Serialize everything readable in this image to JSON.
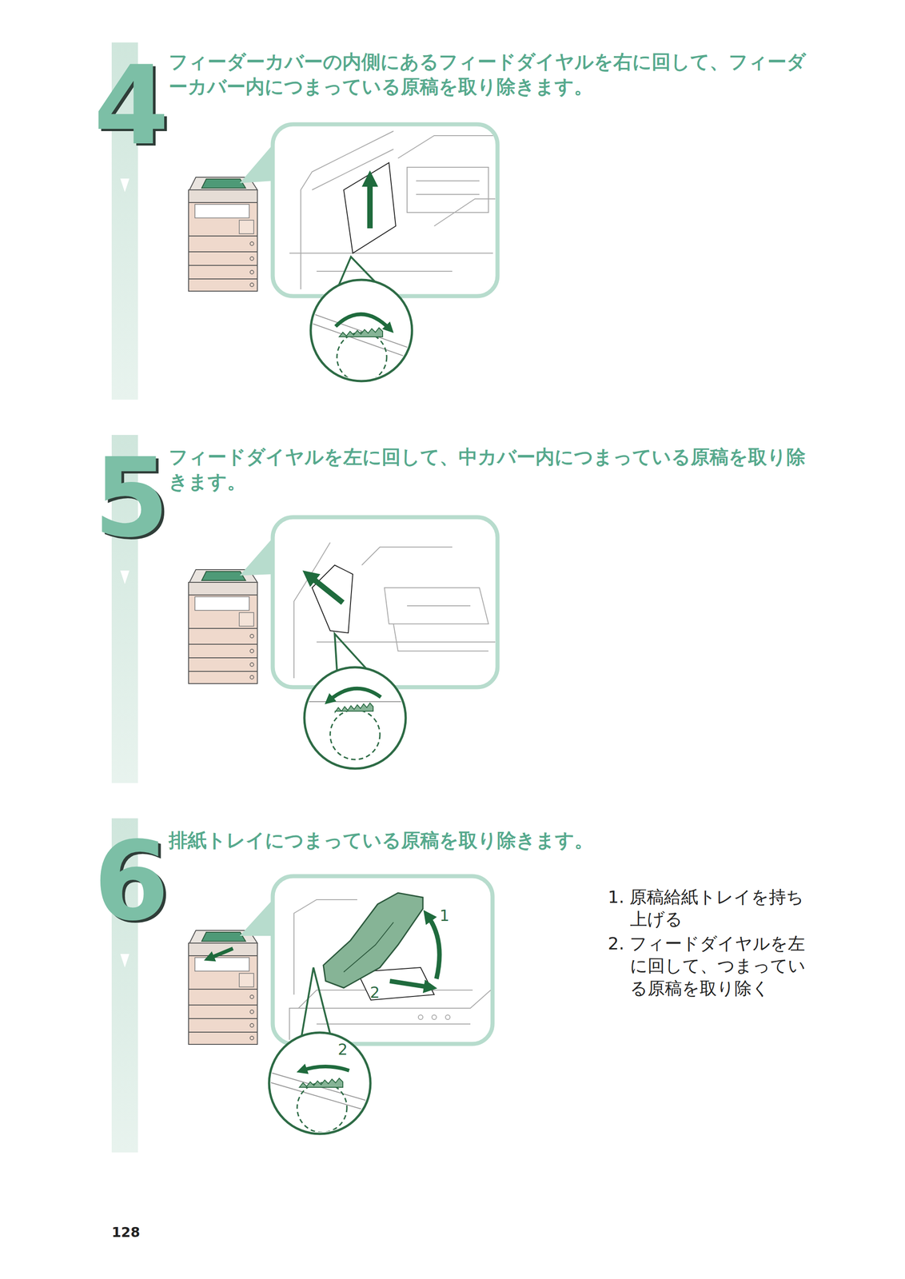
{
  "diagram": {
    "nodes": [
      {
        "text": [
          "4",
          "フィーダーカバーの内側にあるフィードダイヤルを右に回して、フィーダーカバー内につまっている原稿を取り除きます。"
        ]
      },
      {
        "text": [
          "5",
          "フィードダイヤルを左に回して、中カバー内につまっている原稿を取り除きます。"
        ]
      },
      {
        "text": [
          "6",
          "排紙トレイにつまっている原稿を取り除きます。"
        ]
      }
    ],
    "labels": [
      "1",
      "2",
      "2",
      "1. 原稿給紙トレイを持ち上げる",
      "2. フィードダイヤルを左に回して、つまっている原稿を取り除く",
      "128"
    ]
  }
}
